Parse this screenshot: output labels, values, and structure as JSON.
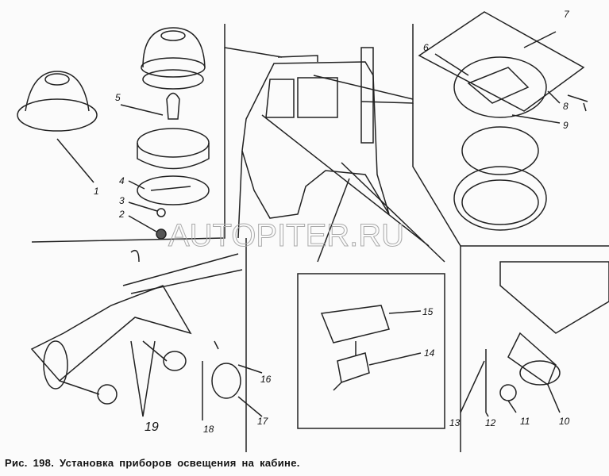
{
  "caption": "Рис. 198. Установка приборов освещения на кабине.",
  "watermark": "AUTOPITER.RU",
  "callouts": [
    "1",
    "2",
    "3",
    "4",
    "5",
    "6",
    "7",
    "8",
    "9",
    "10",
    "11",
    "12",
    "13",
    "14",
    "15",
    "16",
    "17",
    "18",
    "19"
  ]
}
